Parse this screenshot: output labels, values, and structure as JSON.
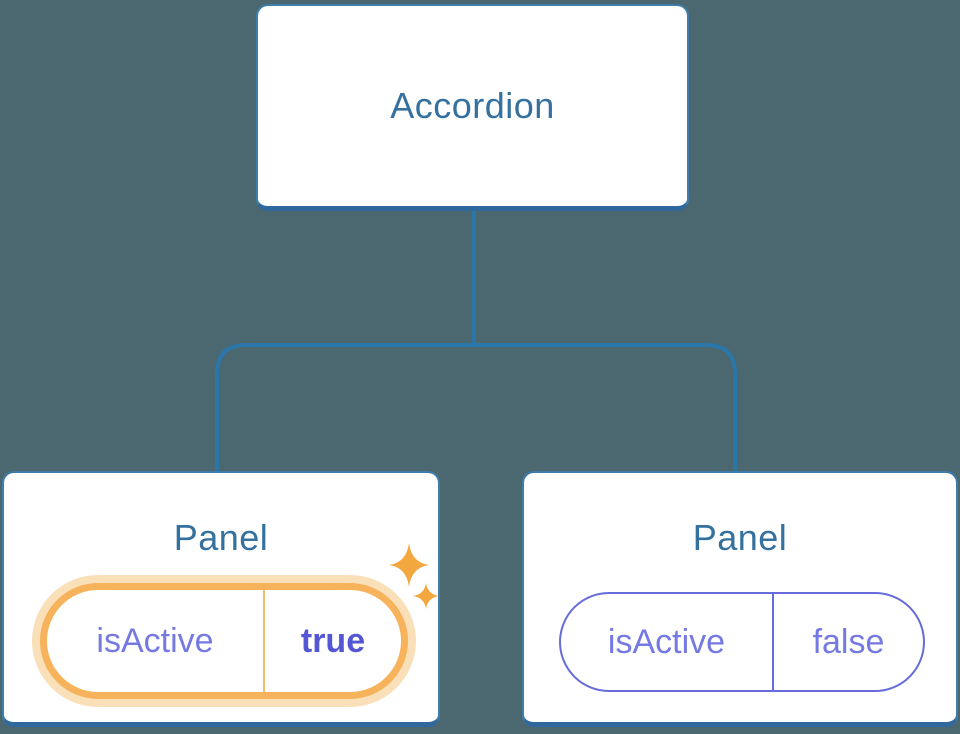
{
  "diagram": {
    "description": "React component tree: Accordion parent passing isActive prop to two Panel children",
    "root": {
      "label": "Accordion"
    },
    "children": [
      {
        "label": "Panel",
        "prop": {
          "name": "isActive",
          "value": "true"
        },
        "active": true,
        "highlighted": "yes - orange glow with sparkles"
      },
      {
        "label": "Panel",
        "prop": {
          "name": "isActive",
          "value": "false"
        },
        "active": false,
        "highlighted": "no"
      }
    ]
  },
  "icons": {
    "sparkle": "sparkle-icon"
  },
  "colors": {
    "background": "#4B6770",
    "node_background": "#ffffff",
    "node_border": "#3E7CAB",
    "node_border_bottom": "#2E689C",
    "title_text": "#34719F",
    "connector_line": "#2B76A9",
    "prop_text": "#7579E2",
    "prop_value_active": "#5456D4",
    "inactive_pill_border": "#666CD9",
    "active_pill_border": "#F6B35B",
    "active_pill_glow": "#FAE0B8",
    "sparkle": "#F3A73F"
  }
}
